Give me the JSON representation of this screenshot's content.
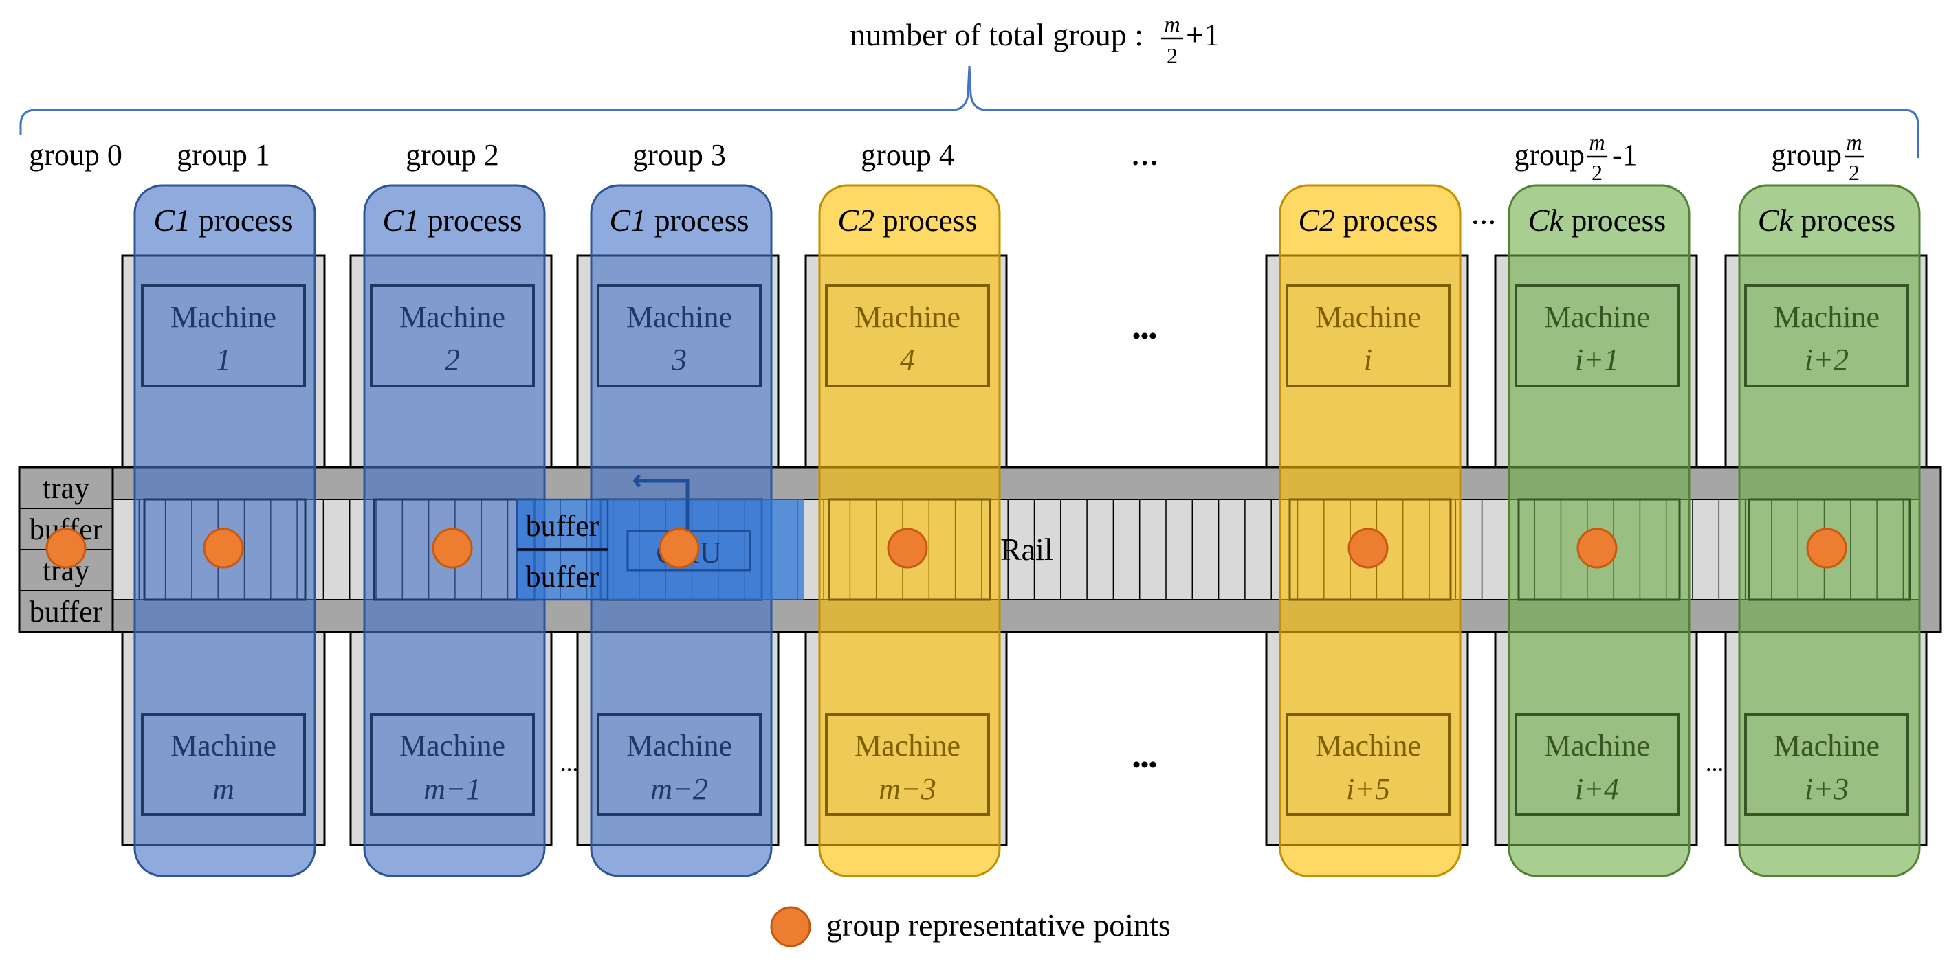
{
  "title": {
    "prefix": "number of total group : ",
    "frac_num": "m",
    "frac_den": "2",
    "suffix": "+1"
  },
  "colors": {
    "blue_fill": "#4472c4",
    "blue_stroke": "#2f5597",
    "yellow_fill": "#ffc000",
    "yellow_stroke": "#bf9000",
    "green_fill": "#70ad47",
    "green_stroke": "#548235",
    "point_fill": "#ed7d31",
    "point_stroke": "#c55a11",
    "bracket": "#4472c4",
    "rail_band": "#a6a6a6",
    "slot": "#d9d9d9",
    "ohu_blue": "#2e75d6"
  },
  "group_labels": [
    {
      "text": "group 0"
    },
    {
      "text": "group 1"
    },
    {
      "text": "group 2"
    },
    {
      "text": "group 3"
    },
    {
      "text": "group 4"
    },
    {
      "text": "…"
    },
    {
      "prefix": "group ",
      "num": "m",
      "den": "2",
      "suffix": " -1"
    },
    {
      "prefix": "group ",
      "num": "m",
      "den": "2",
      "suffix": ""
    }
  ],
  "processes": [
    {
      "name_italic": "C1",
      "name_rest": " process",
      "color": "blue",
      "top_machine": {
        "line1": "Machine",
        "line2": "1"
      },
      "bottom_machine": {
        "line1": "Machine",
        "line2": "m"
      }
    },
    {
      "name_italic": "C1",
      "name_rest": " process",
      "color": "blue",
      "top_machine": {
        "line1": "Machine",
        "line2": "2"
      },
      "bottom_machine": {
        "line1": "Machine",
        "line2": "m−1"
      }
    },
    {
      "name_italic": "C1",
      "name_rest": " process",
      "color": "blue",
      "top_machine": {
        "line1": "Machine",
        "line2": "3"
      },
      "bottom_machine": {
        "line1": "Machine",
        "line2": "m−2"
      }
    },
    {
      "name_italic": "C2",
      "name_rest": " process",
      "color": "yellow",
      "top_machine": {
        "line1": "Machine",
        "line2": "4"
      },
      "bottom_machine": {
        "line1": "Machine",
        "line2": "m−3"
      }
    },
    {
      "name_italic": "C2",
      "name_rest": " process",
      "color": "yellow",
      "top_machine": {
        "line1": "Machine",
        "line2": "i"
      },
      "bottom_machine": {
        "line1": "Machine",
        "line2": "i+5"
      }
    },
    {
      "name_italic": "Ck",
      "name_rest": " process",
      "color": "green",
      "top_machine": {
        "line1": "Machine",
        "line2": "i+1"
      },
      "bottom_machine": {
        "line1": "Machine",
        "line2": "i+4"
      }
    },
    {
      "name_italic": "Ck",
      "name_rest": " process",
      "color": "green",
      "top_machine": {
        "line1": "Machine",
        "line2": "i+2"
      },
      "bottom_machine": {
        "line1": "Machine",
        "line2": "i+3"
      }
    }
  ],
  "tray_buffer": {
    "cells": [
      "tray",
      "buffer",
      "tray",
      "buffer"
    ]
  },
  "buffer_labels": [
    "buffer",
    "buffer"
  ],
  "ohu_label": "OHU",
  "rail_label": "Rail",
  "ellipsis": {
    "small": "…",
    "bold": "•••"
  },
  "legend": {
    "label": "group representative points"
  }
}
